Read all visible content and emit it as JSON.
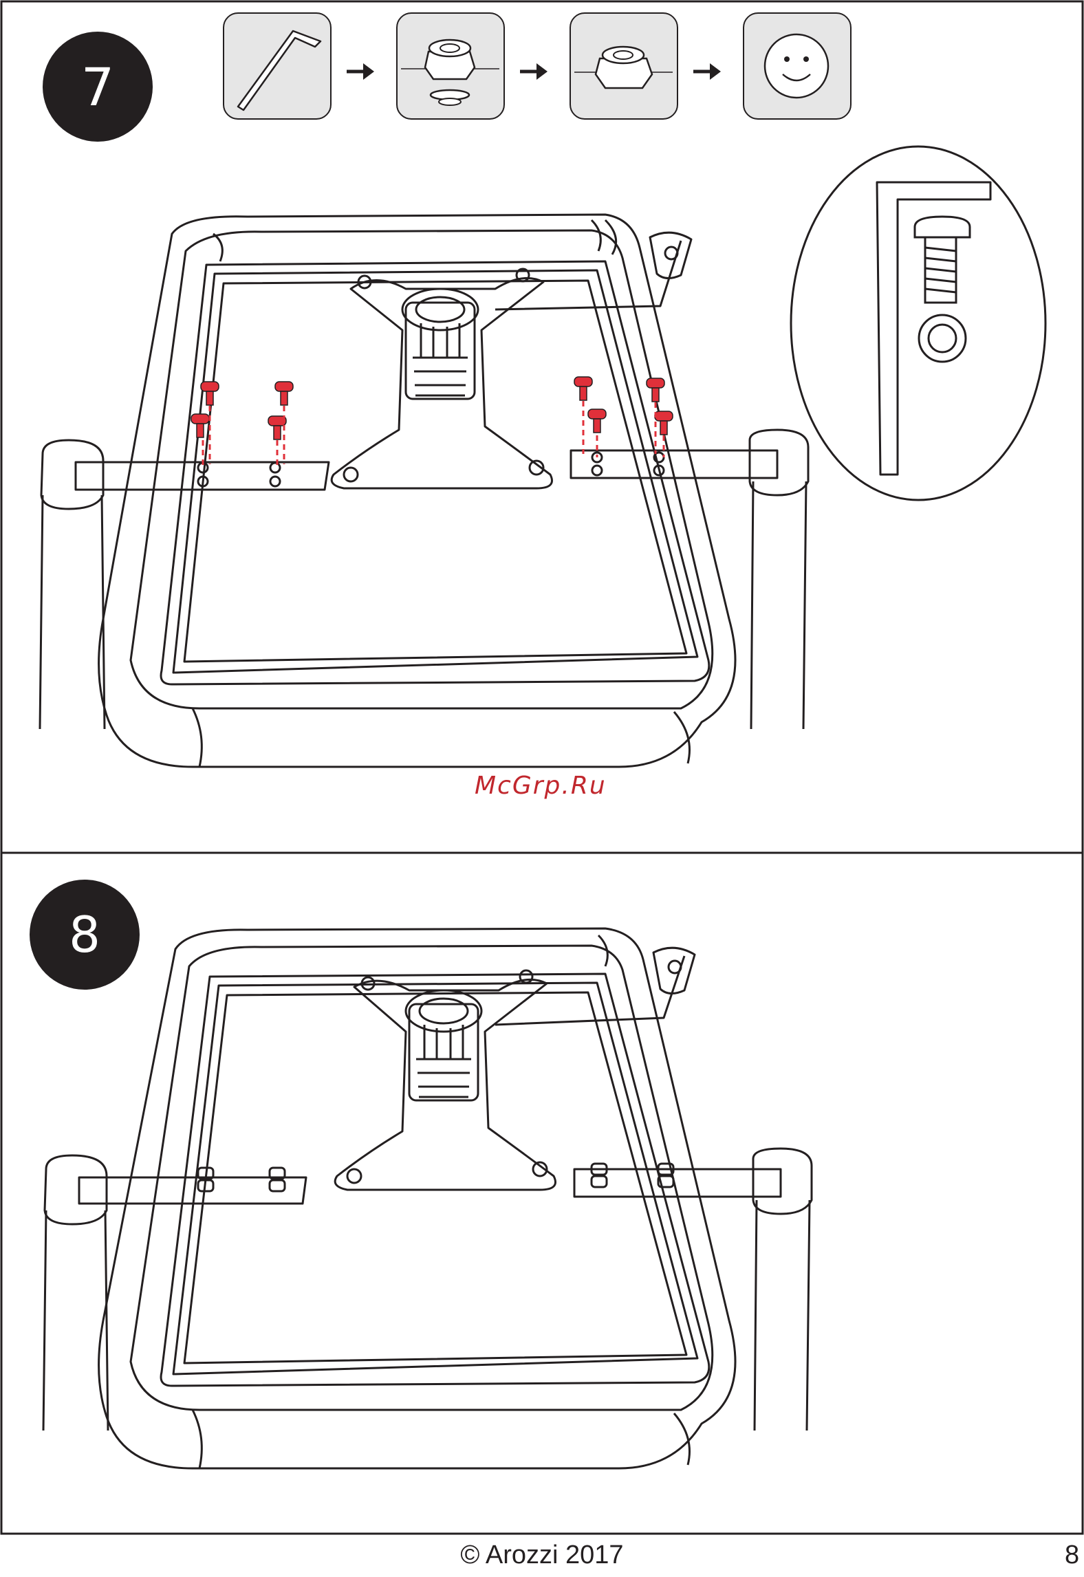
{
  "steps": [
    {
      "number": "7"
    },
    {
      "number": "8"
    }
  ],
  "tool_sequence": [
    {
      "icon": "allen-key-icon"
    },
    {
      "icon": "bolt-washer-icon"
    },
    {
      "icon": "tightened-bolt-icon"
    },
    {
      "icon": "smiley-icon"
    }
  ],
  "watermark": "McGrp.Ru",
  "footer": {
    "copyright": "© Arozzi 2017",
    "page_number": "8"
  },
  "colors": {
    "ink": "#231f20",
    "highlight_red": "#e0303a",
    "watermark_red": "#c1272d",
    "tool_box_fill": "#e6e6e6"
  }
}
